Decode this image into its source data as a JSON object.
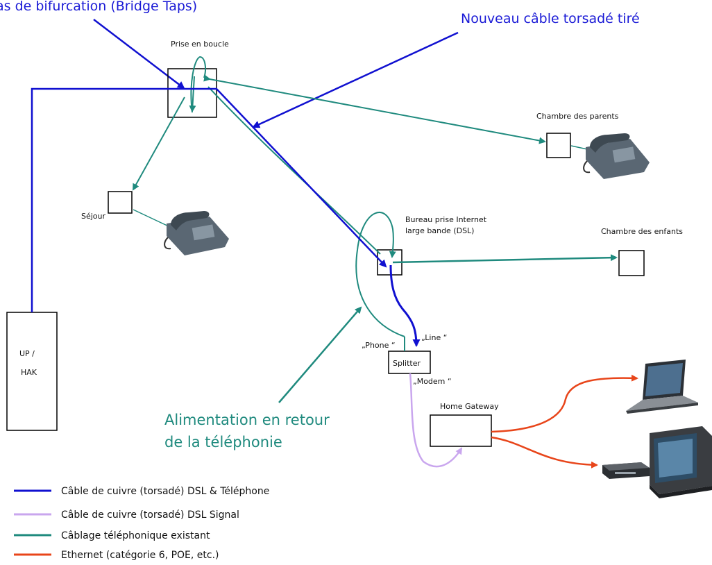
{
  "annotations": {
    "bridge_taps": "as de bifurcation (Bridge Taps)",
    "new_cable": "Nouveau câble torsadé tiré",
    "feed_back_line1": "Alimentation en retour",
    "feed_back_line2": "de la téléphonie"
  },
  "nodes": {
    "loop_socket": "Prise en boucle",
    "parents_room": "Chambre des parents",
    "living_room": "Séjour",
    "office_line1": "Bureau prise Internet",
    "office_line2": "large bande (DSL)",
    "children_room": "Chambre des enfants",
    "up_hak_line1": "UP /",
    "up_hak_line2": "HAK",
    "splitter": "Splitter",
    "phone_port": "„Phone “",
    "line_port": "„Line “",
    "modem_port": "„Modem “",
    "home_gateway": "Home Gateway"
  },
  "legend": [
    {
      "label": "Câble de cuivre (torsadé) DSL & Téléphone",
      "color": "#1010d0"
    },
    {
      "label": "Câble de cuivre (torsadé) DSL Signal",
      "color": "#c9a6ee"
    },
    {
      "label": "Câblage téléphonique existant",
      "color": "#1f8a7e"
    },
    {
      "label": "Ethernet (catégorie 6, POE, etc.)",
      "color": "#e8451a"
    }
  ],
  "colors": {
    "dsl_phone": "#1010d0",
    "dsl_signal": "#c9a6ee",
    "existing_phone": "#1f8a7e",
    "ethernet": "#e8451a",
    "annotation_blue": "#1b1bd6",
    "annotation_teal": "#1f8a7e"
  },
  "icons": [
    "desk-phone-icon",
    "laptop-icon",
    "television-icon",
    "set-top-box-icon"
  ]
}
